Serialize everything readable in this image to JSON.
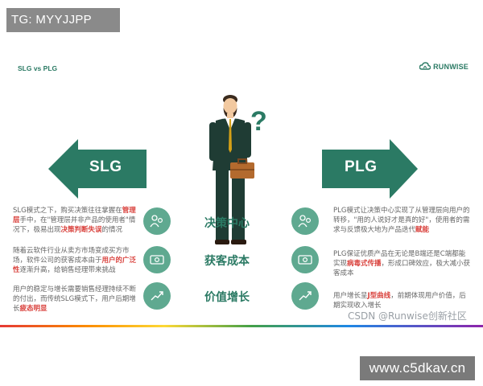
{
  "top_tag": "TG: MYYJJPP",
  "slide": {
    "title": "SLG vs PLG",
    "brand": "RUNWISE",
    "left_arrow_label": "SLG",
    "right_arrow_label": "PLG",
    "question_mark": "?",
    "rows": [
      {
        "label": "决策中心",
        "left": {
          "parts": [
            {
              "t": "SLG模式之下，购买决策往往掌握在",
              "h": false
            },
            {
              "t": "管理层",
              "h": true
            },
            {
              "t": "手中，在\"管理层并非产品的使用者\"情况下，极易出现",
              "h": false
            },
            {
              "t": "决策判断失误",
              "h": true
            },
            {
              "t": "的情况",
              "h": false
            }
          ]
        },
        "right": {
          "parts": [
            {
              "t": "PLG模式让决策中心实现了从管理层向用户的转移，\"用的人说好才是真的好\"，使用者的需求与反馈极大地为产品迭代",
              "h": false
            },
            {
              "t": "赋能",
              "h": true
            }
          ]
        }
      },
      {
        "label": "获客成本",
        "left": {
          "parts": [
            {
              "t": "随着云软件行业从卖方市场变成买方市场，软件公司的获客成本由于",
              "h": false
            },
            {
              "t": "用户的广泛性",
              "h": true
            },
            {
              "t": "逐渐升高，给销售经理带来挑战",
              "h": false
            }
          ]
        },
        "right": {
          "parts": [
            {
              "t": "PLG保证优质产品在无论是B端还是C端都能实现",
              "h": false
            },
            {
              "t": "病毒式传播",
              "h": true
            },
            {
              "t": "，形成口碑效应，极大减小获客成本",
              "h": false
            }
          ]
        }
      },
      {
        "label": "价值增长",
        "left": {
          "parts": [
            {
              "t": "用户的稳定与增长需要销售经理持续不断的付出，而传统SLG模式下，用户后期增长",
              "h": false
            },
            {
              "t": "疲态明显",
              "h": true
            }
          ]
        },
        "right": {
          "parts": [
            {
              "t": "用户增长呈",
              "h": false
            },
            {
              "t": "J型曲线",
              "h": true
            },
            {
              "t": "，前期体现用户价值，后期实现收入增长",
              "h": false
            }
          ]
        }
      }
    ]
  },
  "csdn_credit": "CSDN @Runwise创新社区",
  "watermark": "www.c5dkav.cn",
  "colors": {
    "primary_green": "#2b7a64",
    "circle_green": "#5fa990",
    "highlight_red": "#d9413c"
  },
  "icons": [
    "person-icon",
    "money-icon",
    "growth-icon",
    "businessman-icon"
  ]
}
